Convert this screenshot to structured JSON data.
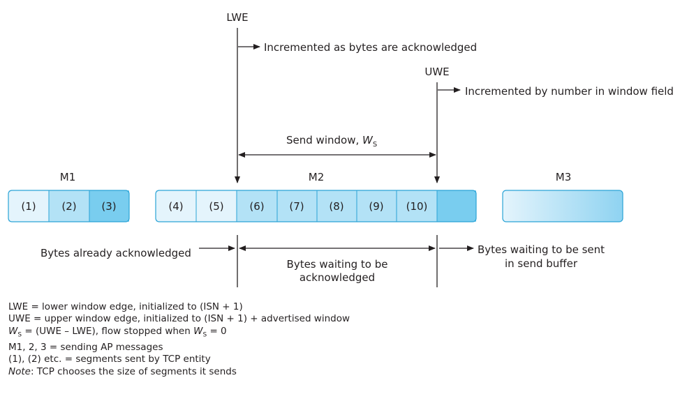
{
  "labels": {
    "lwe": "LWE",
    "lwe_note": "Incremented as bytes are acknowledged",
    "uwe": "UWE",
    "uwe_note": "Incremented by number in window field",
    "send_window_prefix": "Send window,",
    "send_window_var": "W",
    "send_window_sub": "S",
    "m1": "M1",
    "m2": "M2",
    "m3": "M3",
    "bytes_acked": "Bytes already acknowledged",
    "waiting_ack_line1": "Bytes waiting to be",
    "waiting_ack_line2": "acknowledged",
    "waiting_sent_line1": "Bytes waiting to be sent",
    "waiting_sent_line2": "in send buffer"
  },
  "segments": {
    "m1": [
      "(1)",
      "(2)",
      "(3)"
    ],
    "m2": [
      "(4)",
      "(5)",
      "(6)",
      "(7)",
      "(8)",
      "(9)",
      "(10)",
      ""
    ]
  },
  "legend": {
    "line1": "LWE = lower window edge, initialized to (ISN + 1)",
    "line2": "UWE = upper window edge, initialized to (ISN + 1) + advertised window",
    "line3_var": "W",
    "line3_sub": "S",
    "line3_mid": " = (UWE – LWE), flow stopped when ",
    "line3_var2": "W",
    "line3_sub2": "S",
    "line3_end": " = 0",
    "line4": "M1, 2, 3 = sending AP messages",
    "line5": "(1), (2) etc. = segments sent by TCP entity",
    "line6_note": "Note",
    "line6_rest": ": TCP chooses the size of segments it sends"
  },
  "colors": {
    "light": "#e4f4fc",
    "mid": "#b3e2f6",
    "dark": "#79cdef",
    "border": "#2aa3d6",
    "line": "#231f20"
  }
}
